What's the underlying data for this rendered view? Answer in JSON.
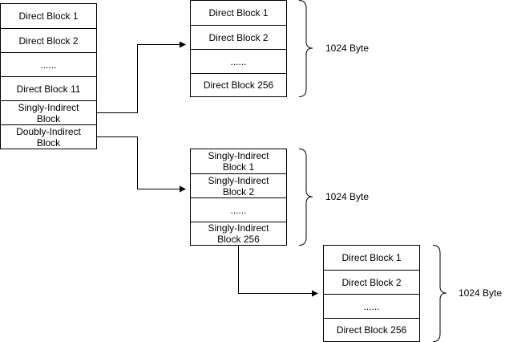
{
  "inode_table": {
    "rows": [
      "Direct Block 1",
      "Direct Block 2",
      "......",
      "Direct Block 11",
      "Singly-Indirect Block",
      "Doubly-Indirect Block"
    ]
  },
  "singly_block": {
    "rows": [
      "Direct Block 1",
      "Direct Block 2",
      "......",
      "Direct Block 256"
    ],
    "size_label": "1024 Byte"
  },
  "doubly_block": {
    "rows": [
      "Singly-Indirect Block 1",
      "Singly-Indirect Block 2",
      "......",
      "Singly-Indirect Block 256"
    ],
    "size_label": "1024 Byte"
  },
  "leaf_block": {
    "rows": [
      "Direct Block 1",
      "Direct Block 2",
      "......",
      "Direct Block 256"
    ],
    "size_label": "1024 Byte"
  }
}
